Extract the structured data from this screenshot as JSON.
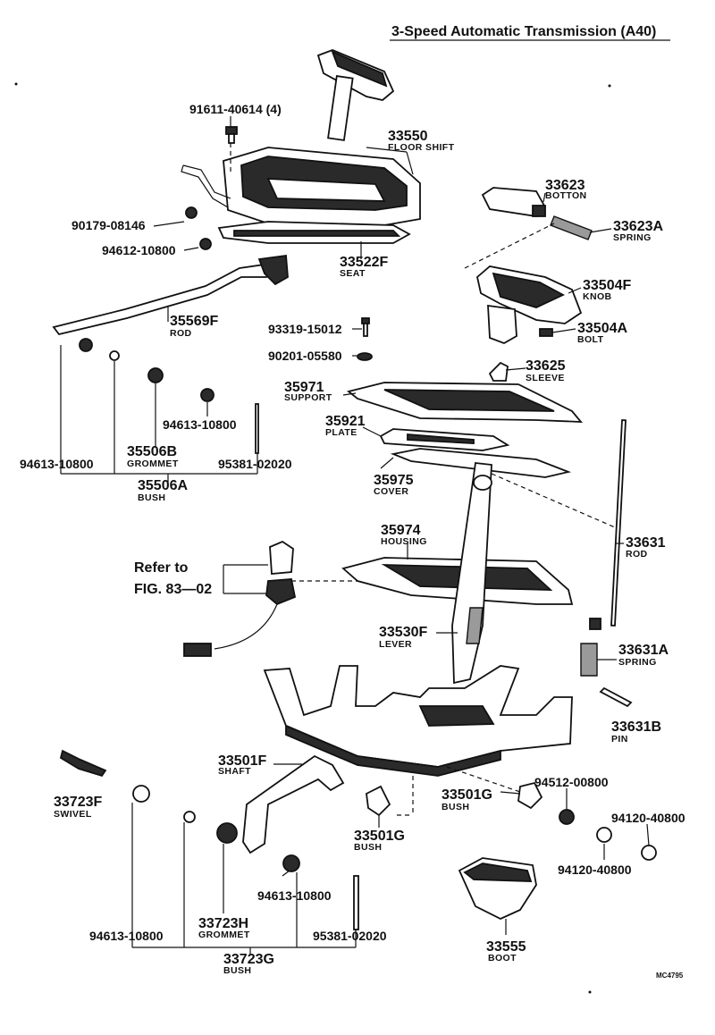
{
  "title": "3-Speed Automatic Transmission (A40)",
  "reference": {
    "line1": "Refer to",
    "line2": "FIG. 83—02"
  },
  "figure_code": "MC4795",
  "parts": {
    "p91611": {
      "number": "91611-40614 (4)"
    },
    "p33550": {
      "number": "33550",
      "name": "FLOOR SHIFT"
    },
    "p90179": {
      "number": "90179-08146"
    },
    "p94612": {
      "number": "94612-10800"
    },
    "p33522F": {
      "number": "33522F",
      "name": "SEAT"
    },
    "p35569F": {
      "number": "35569F",
      "name": "ROD"
    },
    "p93319": {
      "number": "93319-15012"
    },
    "p90201": {
      "number": "90201-05580"
    },
    "p33623": {
      "number": "33623",
      "name": "BOTTON"
    },
    "p33623A": {
      "number": "33623A",
      "name": "SPRING"
    },
    "p33504F": {
      "number": "33504F",
      "name": "KNOB"
    },
    "p33504A": {
      "number": "33504A",
      "name": "BOLT"
    },
    "p33625": {
      "number": "33625",
      "name": "SLEEVE"
    },
    "p35971": {
      "number": "35971",
      "name": "SUPPORT"
    },
    "p35921": {
      "number": "35921",
      "name": "PLATE"
    },
    "p35975": {
      "number": "35975",
      "name": "COVER"
    },
    "p35974": {
      "number": "35974",
      "name": "HOUSING"
    },
    "p33631": {
      "number": "33631",
      "name": "ROD"
    },
    "p33631A": {
      "number": "33631A",
      "name": "SPRING"
    },
    "p33631B": {
      "number": "33631B",
      "name": "PIN"
    },
    "p33530F": {
      "number": "33530F",
      "name": "LEVER"
    },
    "p94613_a": {
      "number": "94613-10800"
    },
    "p94613_b": {
      "number": "94613-10800"
    },
    "p35506B": {
      "number": "35506B",
      "name": "GROMMET"
    },
    "p95381_a": {
      "number": "95381-02020"
    },
    "p35506A": {
      "number": "35506A",
      "name": "BUSH"
    },
    "p33501F": {
      "number": "33501F",
      "name": "SHAFT"
    },
    "p33723F": {
      "number": "33723F",
      "name": "SWIVEL"
    },
    "p33501G_a": {
      "number": "33501G",
      "name": "BUSH"
    },
    "p33501G_b": {
      "number": "33501G",
      "name": "BUSH"
    },
    "p94512": {
      "number": "94512-00800"
    },
    "p94120_a": {
      "number": "94120-40800"
    },
    "p94120_b": {
      "number": "94120-40800"
    },
    "p94613_c": {
      "number": "94613-10800"
    },
    "p94613_d": {
      "number": "94613-10800"
    },
    "p33723H": {
      "number": "33723H",
      "name": "GROMMET"
    },
    "p95381_b": {
      "number": "95381-02020"
    },
    "p33723G": {
      "number": "33723G",
      "name": "BUSH"
    },
    "p33555": {
      "number": "33555",
      "name": "BOOT"
    }
  }
}
